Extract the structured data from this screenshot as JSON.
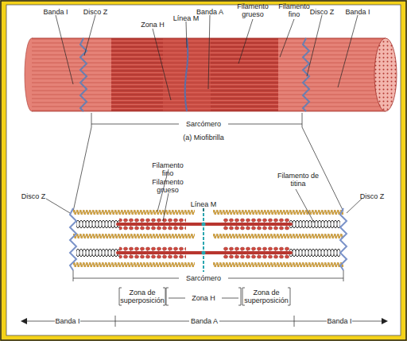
{
  "diagram": {
    "caption": "(a) Miofibrilla",
    "labels": [
      "Banda I",
      "Disco Z",
      "Línea M",
      "Banda A",
      "Filamento grueso",
      "Filamento fino",
      "Disco Z",
      "Banda I",
      "Zona H",
      "Sarcómero",
      "Filamento fino",
      "Filamento grueso",
      "Filamento de titina",
      "Disco Z",
      "Línea M",
      "Disco Z",
      "Sarcómero",
      "Zona de superposición",
      "Zona H",
      "Zona de superposición",
      "Banda I",
      "Banda A",
      "Banda I"
    ]
  }
}
